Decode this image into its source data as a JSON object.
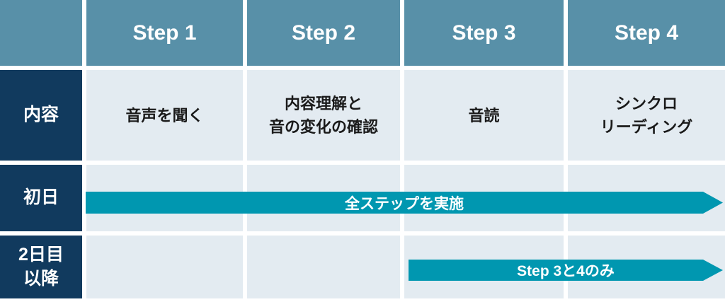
{
  "header": {
    "steps": [
      "Step 1",
      "Step 2",
      "Step 3",
      "Step 4"
    ]
  },
  "rows": {
    "content": {
      "label": "内容",
      "cells": [
        "音声を聞く",
        "内容理解と\n音の変化の確認",
        "音読",
        "シンクロ\nリーディング"
      ]
    },
    "day1": {
      "label": "初日"
    },
    "day2plus": {
      "label": "2日目\n以降"
    }
  },
  "arrows": [
    {
      "label": "全ステップを実施",
      "row": "初日",
      "spans": [
        "Step 1",
        "Step 2",
        "Step 3",
        "Step 4"
      ]
    },
    {
      "label": "Step 3と4のみ",
      "row": "2日目以降",
      "spans": [
        "Step 3",
        "Step 4"
      ]
    }
  ],
  "colors": {
    "header_bg": "#5890a8",
    "label_bg": "#113a5e",
    "cell_bg": "#e3ebf1",
    "arrow": "#0097b0",
    "gutter": "#ffffff",
    "header_text": "#ffffff",
    "cell_text": "#1a1a1a"
  }
}
